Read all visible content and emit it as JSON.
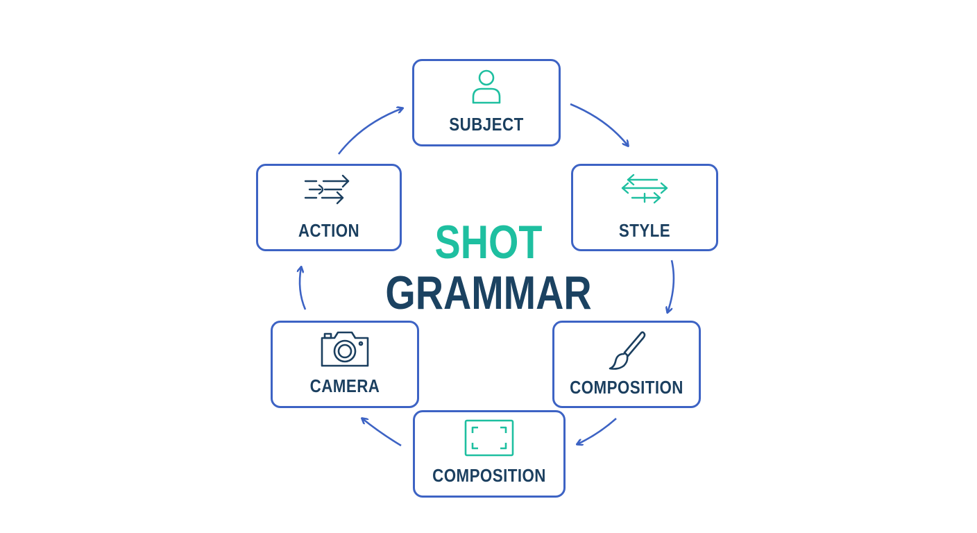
{
  "title": {
    "line1": "SHOT",
    "line2": "GRAMMAR"
  },
  "nodes": [
    {
      "label": "SUBJECT",
      "icon": "person-icon"
    },
    {
      "label": "STYLE",
      "icon": "swap-arrows-icon"
    },
    {
      "label": "COMPOSITION",
      "icon": "paintbrush-icon"
    },
    {
      "label": "COMPOSITION",
      "icon": "frame-icon"
    },
    {
      "label": "CAMERA",
      "icon": "camera-icon"
    },
    {
      "label": "ACTION",
      "icon": "motion-arrows-icon"
    }
  ],
  "colors": {
    "border": "#3d63c4",
    "arrow": "#3d63c4",
    "accent": "#1ebfa0",
    "text": "#1b3f5f"
  }
}
